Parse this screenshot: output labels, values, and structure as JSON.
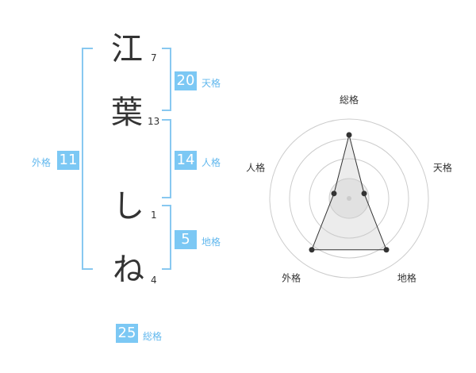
{
  "name": {
    "chars": [
      {
        "char": "江",
        "strokes": "7"
      },
      {
        "char": "葉",
        "strokes": "13"
      },
      {
        "char": "し",
        "strokes": "1"
      },
      {
        "char": "ね",
        "strokes": "4"
      }
    ]
  },
  "kakusu": {
    "tenkaku": {
      "value": "20",
      "label": "天格"
    },
    "jinkaku": {
      "value": "14",
      "label": "人格"
    },
    "chikaku": {
      "value": "5",
      "label": "地格"
    },
    "gaikaku": {
      "value": "11",
      "label": "外格"
    },
    "soukaku": {
      "value": "25",
      "label": "総格"
    }
  },
  "colors": {
    "accent": "#7cc8f4",
    "bracket": "#88c8f0",
    "label": "#62b8ee",
    "text": "#333333"
  },
  "chart_data": {
    "type": "radar",
    "axes": [
      "総格",
      "天格",
      "地格",
      "外格",
      "人格"
    ],
    "series": [
      {
        "values": [
          4,
          1,
          4,
          4,
          1
        ]
      }
    ],
    "rmax": 5,
    "rings": 4
  }
}
